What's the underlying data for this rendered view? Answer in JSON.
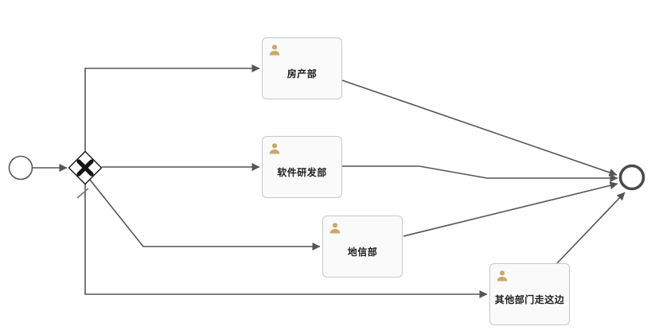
{
  "diagram": {
    "type": "bpmn-process",
    "start_event": {
      "name": "start",
      "shape": "thin-circle"
    },
    "gateway": {
      "name": "exclusive-gateway",
      "symbol": "X",
      "shape": "diamond"
    },
    "tasks": [
      {
        "label": "房产部",
        "icon": "user-icon"
      },
      {
        "label": "软件研发部",
        "icon": "user-icon"
      },
      {
        "label": "地信部",
        "icon": "user-icon"
      },
      {
        "label": "其他部门走这边",
        "icon": "user-icon",
        "incoming_default_flow": true
      }
    ],
    "end_event": {
      "name": "end",
      "shape": "thick-circle"
    },
    "connections": [
      {
        "from": "start",
        "to": "exclusive-gateway"
      },
      {
        "from": "exclusive-gateway",
        "to": "房产部"
      },
      {
        "from": "exclusive-gateway",
        "to": "软件研发部"
      },
      {
        "from": "exclusive-gateway",
        "to": "地信部"
      },
      {
        "from": "exclusive-gateway",
        "to": "其他部门走这边",
        "default": true
      },
      {
        "from": "房产部",
        "to": "end"
      },
      {
        "from": "软件研发部",
        "to": "end"
      },
      {
        "from": "地信部",
        "to": "end"
      },
      {
        "from": "其他部门走这边",
        "to": "end"
      }
    ]
  },
  "icons": {
    "user-icon": "person-silhouette"
  },
  "colors": {
    "edge": "#555555",
    "task_border": "#c8c8c8",
    "task_fill": "#fafafa",
    "task_text": "#1f1f1f",
    "user_icon": "#c9a86a",
    "gateway_stroke": "#151515",
    "event_stroke": "#4a4a4a",
    "canvas_background": "#ffffff"
  }
}
